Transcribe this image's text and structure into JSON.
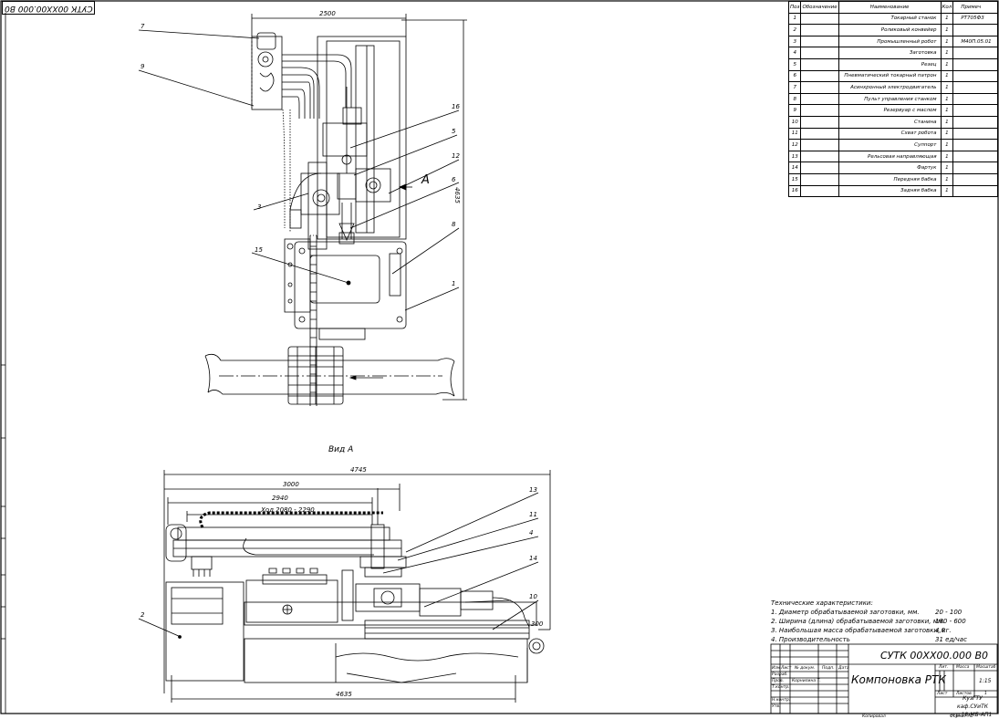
{
  "stamp": "СУТК 00ХХ00.000 В0",
  "view_label": "Вид А",
  "view_marker": "А",
  "dimensions": {
    "top_width": "2500",
    "side_height": "4635",
    "bottom_total": "4745",
    "bottom_3000": "3000",
    "bottom_2940": "2940",
    "stroke": "Ход 2080 - 2290",
    "bottom_4635": "4635",
    "h300": "300"
  },
  "callouts": [
    "7",
    "9",
    "16",
    "5",
    "12",
    "6",
    "8",
    "3",
    "15",
    "1",
    "13",
    "11",
    "4",
    "14",
    "10",
    "2"
  ],
  "spec_table": {
    "headers": [
      "Поз",
      "Обозначение",
      "Наименование",
      "Кол",
      "Примеч"
    ],
    "rows": [
      [
        "1",
        "",
        "Токарный станок",
        "1",
        "РТ705Ф3"
      ],
      [
        "2",
        "",
        "Роликовый конвейер",
        "1",
        ""
      ],
      [
        "3",
        "",
        "Промышленный робот",
        "1",
        "М40П.05.01"
      ],
      [
        "4",
        "",
        "Заготовка",
        "1",
        ""
      ],
      [
        "5",
        "",
        "Резец",
        "1",
        ""
      ],
      [
        "6",
        "",
        "Пневматический токарный патрон",
        "1",
        ""
      ],
      [
        "7",
        "",
        "Асинхронный электродвигатель",
        "1",
        ""
      ],
      [
        "8",
        "",
        "Пульт управления станком",
        "1",
        ""
      ],
      [
        "9",
        "",
        "Резервуар с маслом",
        "1",
        ""
      ],
      [
        "10",
        "",
        "Станина",
        "1",
        ""
      ],
      [
        "11",
        "",
        "Схват робота",
        "1",
        ""
      ],
      [
        "12",
        "",
        "Суппорт",
        "1",
        ""
      ],
      [
        "13",
        "",
        "Рельсовая направляющая",
        "1",
        ""
      ],
      [
        "14",
        "",
        "Фартук",
        "1",
        ""
      ],
      [
        "15",
        "",
        "Передняя бабка",
        "1",
        ""
      ],
      [
        "16",
        "",
        "Задняя бабка",
        "1",
        ""
      ]
    ]
  },
  "tech": {
    "title": "Технические характеристики:",
    "items": [
      {
        "text": "1. Диаметр обрабатываемой заготовки, мм.",
        "value": "20 - 100"
      },
      {
        "text": "2. Ширина (длина) обрабатываемой заготовки, мм.",
        "value": "180 - 600"
      },
      {
        "text": "3. Наибольшая масса обрабатываемой заготовки, кг.",
        "value": "4,0"
      },
      {
        "text": "4. Производительность",
        "value": "31 ед/час"
      }
    ]
  },
  "title_block": {
    "code": "СУТК 00ХХ00.000 В0",
    "name": "Компоновка РТК",
    "col_izm": "Изм",
    "col_list": "Лист",
    "col_doc": "№ докум.",
    "col_sign": "Подп.",
    "col_date": "Дата",
    "razrab": "Разраб.",
    "prov": "Пров.",
    "tkontr": "Т.контр.",
    "nkontr": "Н.контр.",
    "utv": "Утв.",
    "checker": "Корнилина Т.",
    "lit": "Лит.",
    "mass": "Масса",
    "scale_label": "Масштаб",
    "scale": "1:15",
    "sheet": "Лист",
    "sheets": "Листов",
    "sheets_count": "1",
    "org1": "КузГТУ каф.СУиТК",
    "org2": "гр.18-МБ-АП1",
    "copied": "Копировал",
    "format": "Формат А1"
  }
}
